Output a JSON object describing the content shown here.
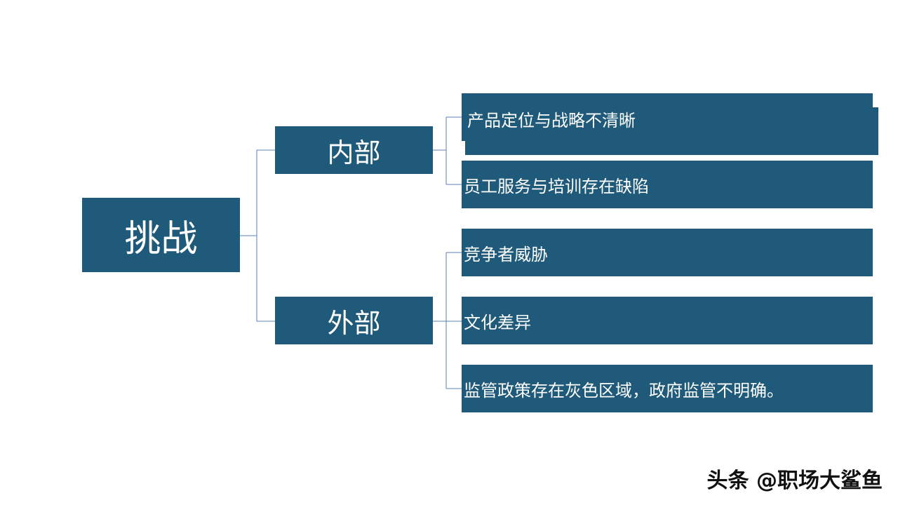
{
  "root": {
    "label": "挑战"
  },
  "branches": [
    {
      "label": "内部",
      "items": [
        "产品定位与战略不清晰",
        "员工服务与培训存在缺陷"
      ]
    },
    {
      "label": "外部",
      "items": [
        "竞争者威胁",
        "文化差异",
        "监管政策存在灰色区域，政府监管不明确。"
      ]
    }
  ],
  "watermark": "头条 @职场大鲨鱼",
  "colors": {
    "node_fill": "#1f5a7a",
    "line": "#5b7fb5",
    "text": "#ffffff"
  }
}
